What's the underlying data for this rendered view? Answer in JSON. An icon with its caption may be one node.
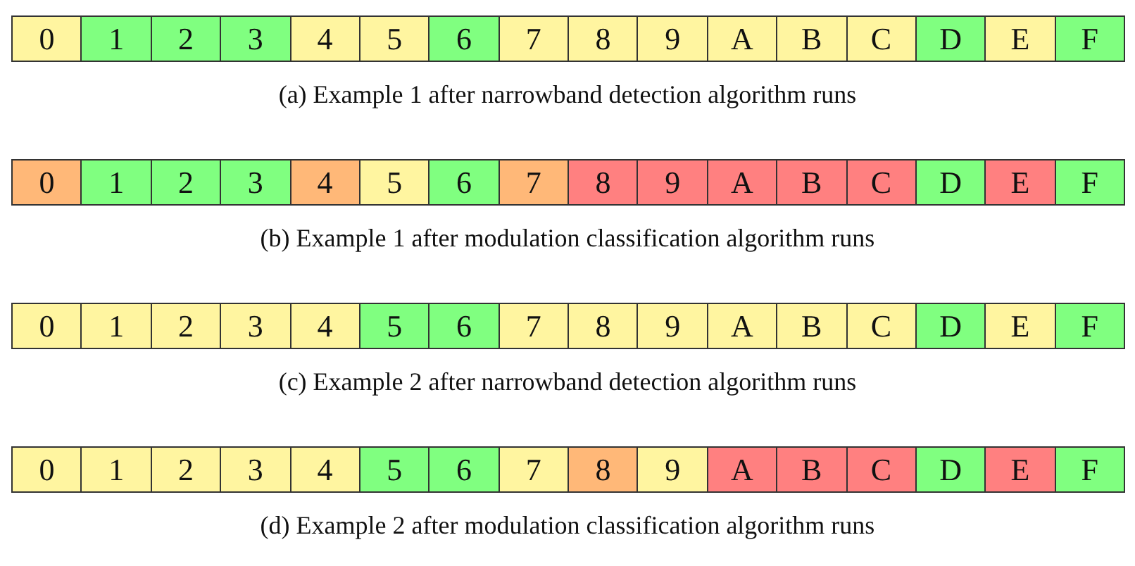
{
  "diagram": {
    "nodes": [
      {
        "text": [
          "0"
        ]
      },
      {
        "text": [
          "1"
        ]
      },
      {
        "text": [
          "2"
        ]
      },
      {
        "text": [
          "3"
        ]
      },
      {
        "text": [
          "4"
        ]
      },
      {
        "text": [
          "5"
        ]
      },
      {
        "text": [
          "6"
        ]
      },
      {
        "text": [
          "7"
        ]
      },
      {
        "text": [
          "8"
        ]
      },
      {
        "text": [
          "9"
        ]
      },
      {
        "text": [
          "A"
        ]
      },
      {
        "text": [
          "B"
        ]
      },
      {
        "text": [
          "C"
        ]
      },
      {
        "text": [
          "D"
        ]
      },
      {
        "text": [
          "E"
        ]
      },
      {
        "text": [
          "F"
        ]
      },
      {
        "text": [
          "0"
        ]
      },
      {
        "text": [
          "1"
        ]
      },
      {
        "text": [
          "2"
        ]
      },
      {
        "text": [
          "3"
        ]
      },
      {
        "text": [
          "4"
        ]
      },
      {
        "text": [
          "5"
        ]
      },
      {
        "text": [
          "6"
        ]
      },
      {
        "text": [
          "7"
        ]
      },
      {
        "text": [
          "8"
        ]
      },
      {
        "text": [
          "9"
        ]
      },
      {
        "text": [
          "A"
        ]
      },
      {
        "text": [
          "B"
        ]
      },
      {
        "text": [
          "C"
        ]
      },
      {
        "text": [
          "D"
        ]
      },
      {
        "text": [
          "E"
        ]
      },
      {
        "text": [
          "F"
        ]
      },
      {
        "text": [
          "0"
        ]
      },
      {
        "text": [
          "1"
        ]
      },
      {
        "text": [
          "2"
        ]
      },
      {
        "text": [
          "3"
        ]
      },
      {
        "text": [
          "4"
        ]
      },
      {
        "text": [
          "5"
        ]
      },
      {
        "text": [
          "6"
        ]
      },
      {
        "text": [
          "7"
        ]
      },
      {
        "text": [
          "8"
        ]
      },
      {
        "text": [
          "9"
        ]
      },
      {
        "text": [
          "A"
        ]
      },
      {
        "text": [
          "B"
        ]
      },
      {
        "text": [
          "C"
        ]
      },
      {
        "text": [
          "D"
        ]
      },
      {
        "text": [
          "E"
        ]
      },
      {
        "text": [
          "F"
        ]
      },
      {
        "text": [
          "0"
        ]
      },
      {
        "text": [
          "1"
        ]
      },
      {
        "text": [
          "2"
        ]
      },
      {
        "text": [
          "3"
        ]
      },
      {
        "text": [
          "4"
        ]
      },
      {
        "text": [
          "5"
        ]
      },
      {
        "text": [
          "6"
        ]
      },
      {
        "text": [
          "7"
        ]
      },
      {
        "text": [
          "8"
        ]
      },
      {
        "text": [
          "9"
        ]
      },
      {
        "text": [
          "A"
        ]
      },
      {
        "text": [
          "B"
        ]
      },
      {
        "text": [
          "C"
        ]
      },
      {
        "text": [
          "D"
        ]
      },
      {
        "text": [
          "E"
        ]
      },
      {
        "text": [
          "F"
        ]
      }
    ],
    "labels": [
      "(a) Example 1 after narrowband detection algorithm runs",
      "(b) Example 1 after modulation classification algorithm runs",
      "(c) Example 2 after narrowband detection algorithm runs",
      "(d) Example 2 after modulation classification algorithm runs"
    ]
  }
}
